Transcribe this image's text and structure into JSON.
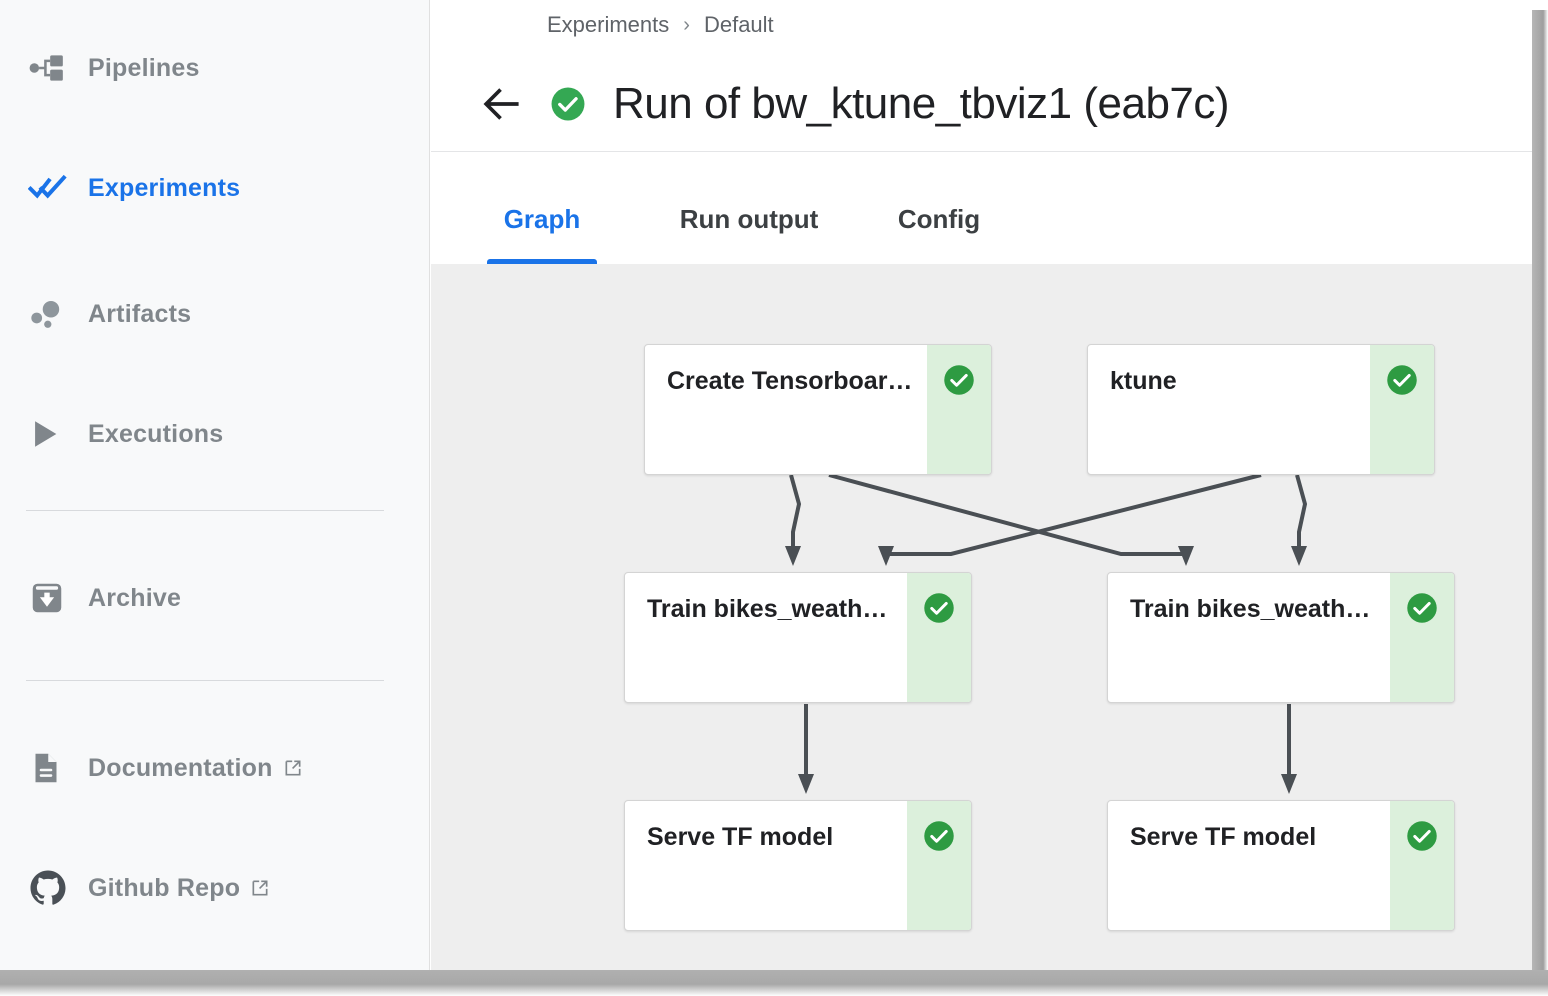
{
  "sidebar": {
    "items": [
      {
        "label": "Pipelines",
        "icon": "pipelines-icon",
        "active": false,
        "external": false
      },
      {
        "label": "Experiments",
        "icon": "experiments-icon",
        "active": true,
        "external": false
      },
      {
        "label": "Artifacts",
        "icon": "artifacts-icon",
        "active": false,
        "external": false
      },
      {
        "label": "Executions",
        "icon": "executions-icon",
        "active": false,
        "external": false
      },
      {
        "label": "Archive",
        "icon": "archive-icon",
        "active": false,
        "external": false
      },
      {
        "label": "Documentation",
        "icon": "document-icon",
        "active": false,
        "external": true
      },
      {
        "label": "Github Repo",
        "icon": "github-icon",
        "active": false,
        "external": true
      }
    ]
  },
  "breadcrumb": {
    "items": [
      "Experiments",
      "Default"
    ],
    "separator": "›"
  },
  "header": {
    "back_icon": "arrow-left-icon",
    "status_icon": "check-circle-icon",
    "title": "Run of bw_ktune_tbviz1 (eab7c)"
  },
  "tabs": [
    {
      "label": "Graph",
      "active": true
    },
    {
      "label": "Run output",
      "active": false
    },
    {
      "label": "Config",
      "active": false
    }
  ],
  "graph": {
    "nodes": [
      {
        "id": "n1",
        "label": "Create Tensorboar…",
        "status": "succeeded",
        "status_icon": "check-circle-icon"
      },
      {
        "id": "n2",
        "label": "ktune",
        "status": "succeeded",
        "status_icon": "check-circle-icon"
      },
      {
        "id": "n3",
        "label": "Train bikes_weath…",
        "status": "succeeded",
        "status_icon": "check-circle-icon"
      },
      {
        "id": "n4",
        "label": "Train bikes_weath…",
        "status": "succeeded",
        "status_icon": "check-circle-icon"
      },
      {
        "id": "n5",
        "label": "Serve TF model",
        "status": "succeeded",
        "status_icon": "check-circle-icon"
      },
      {
        "id": "n6",
        "label": "Serve TF model",
        "status": "succeeded",
        "status_icon": "check-circle-icon"
      }
    ],
    "edges": [
      {
        "from": "n1",
        "to": "n3"
      },
      {
        "from": "n1",
        "to": "n4"
      },
      {
        "from": "n2",
        "to": "n3"
      },
      {
        "from": "n2",
        "to": "n4"
      },
      {
        "from": "n3",
        "to": "n5"
      },
      {
        "from": "n4",
        "to": "n6"
      }
    ]
  },
  "colors": {
    "accent": "#1a73e8",
    "success": "#34a853",
    "success_bg": "#dcf0dc",
    "sidebar_bg": "#f8f9fa",
    "canvas_bg": "#eeeeee",
    "text_muted": "#80868b",
    "text_dark": "#202124"
  }
}
